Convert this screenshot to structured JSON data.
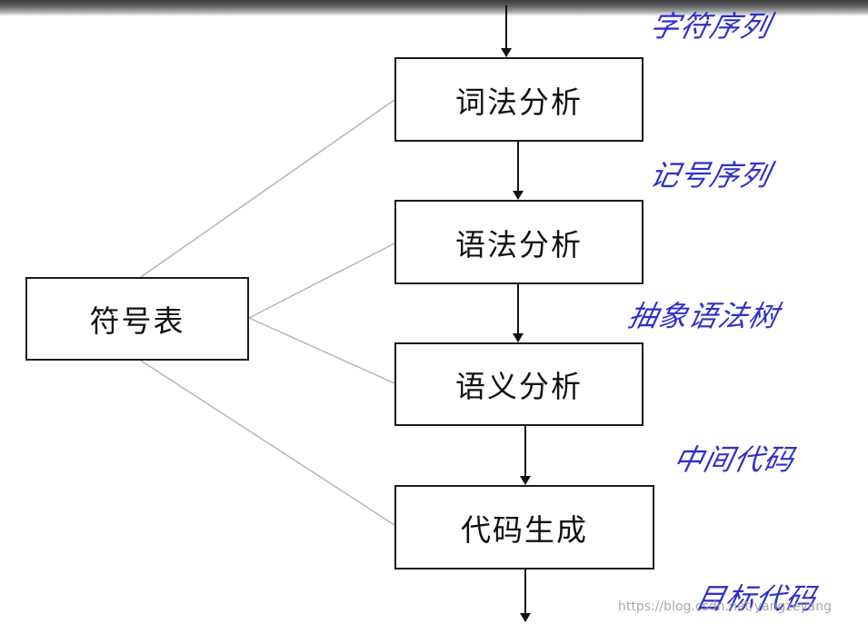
{
  "diagram": {
    "stages": {
      "lexical": "词法分析",
      "syntax": "语法分析",
      "semantic": "语义分析",
      "codegen": "代码生成"
    },
    "symbol_table": "符号表",
    "flows": {
      "input": "字符序列",
      "after_lexical": "记号序列",
      "after_syntax": "抽象语法树",
      "after_semantic": "中间代码",
      "output": "目标代码"
    },
    "colors": {
      "flow_label": "#2b30c9",
      "box_border": "#1a1a1a",
      "connector": "#b5b5b5"
    }
  },
  "watermark": "https://blog.csdn.net/yangzeyang"
}
